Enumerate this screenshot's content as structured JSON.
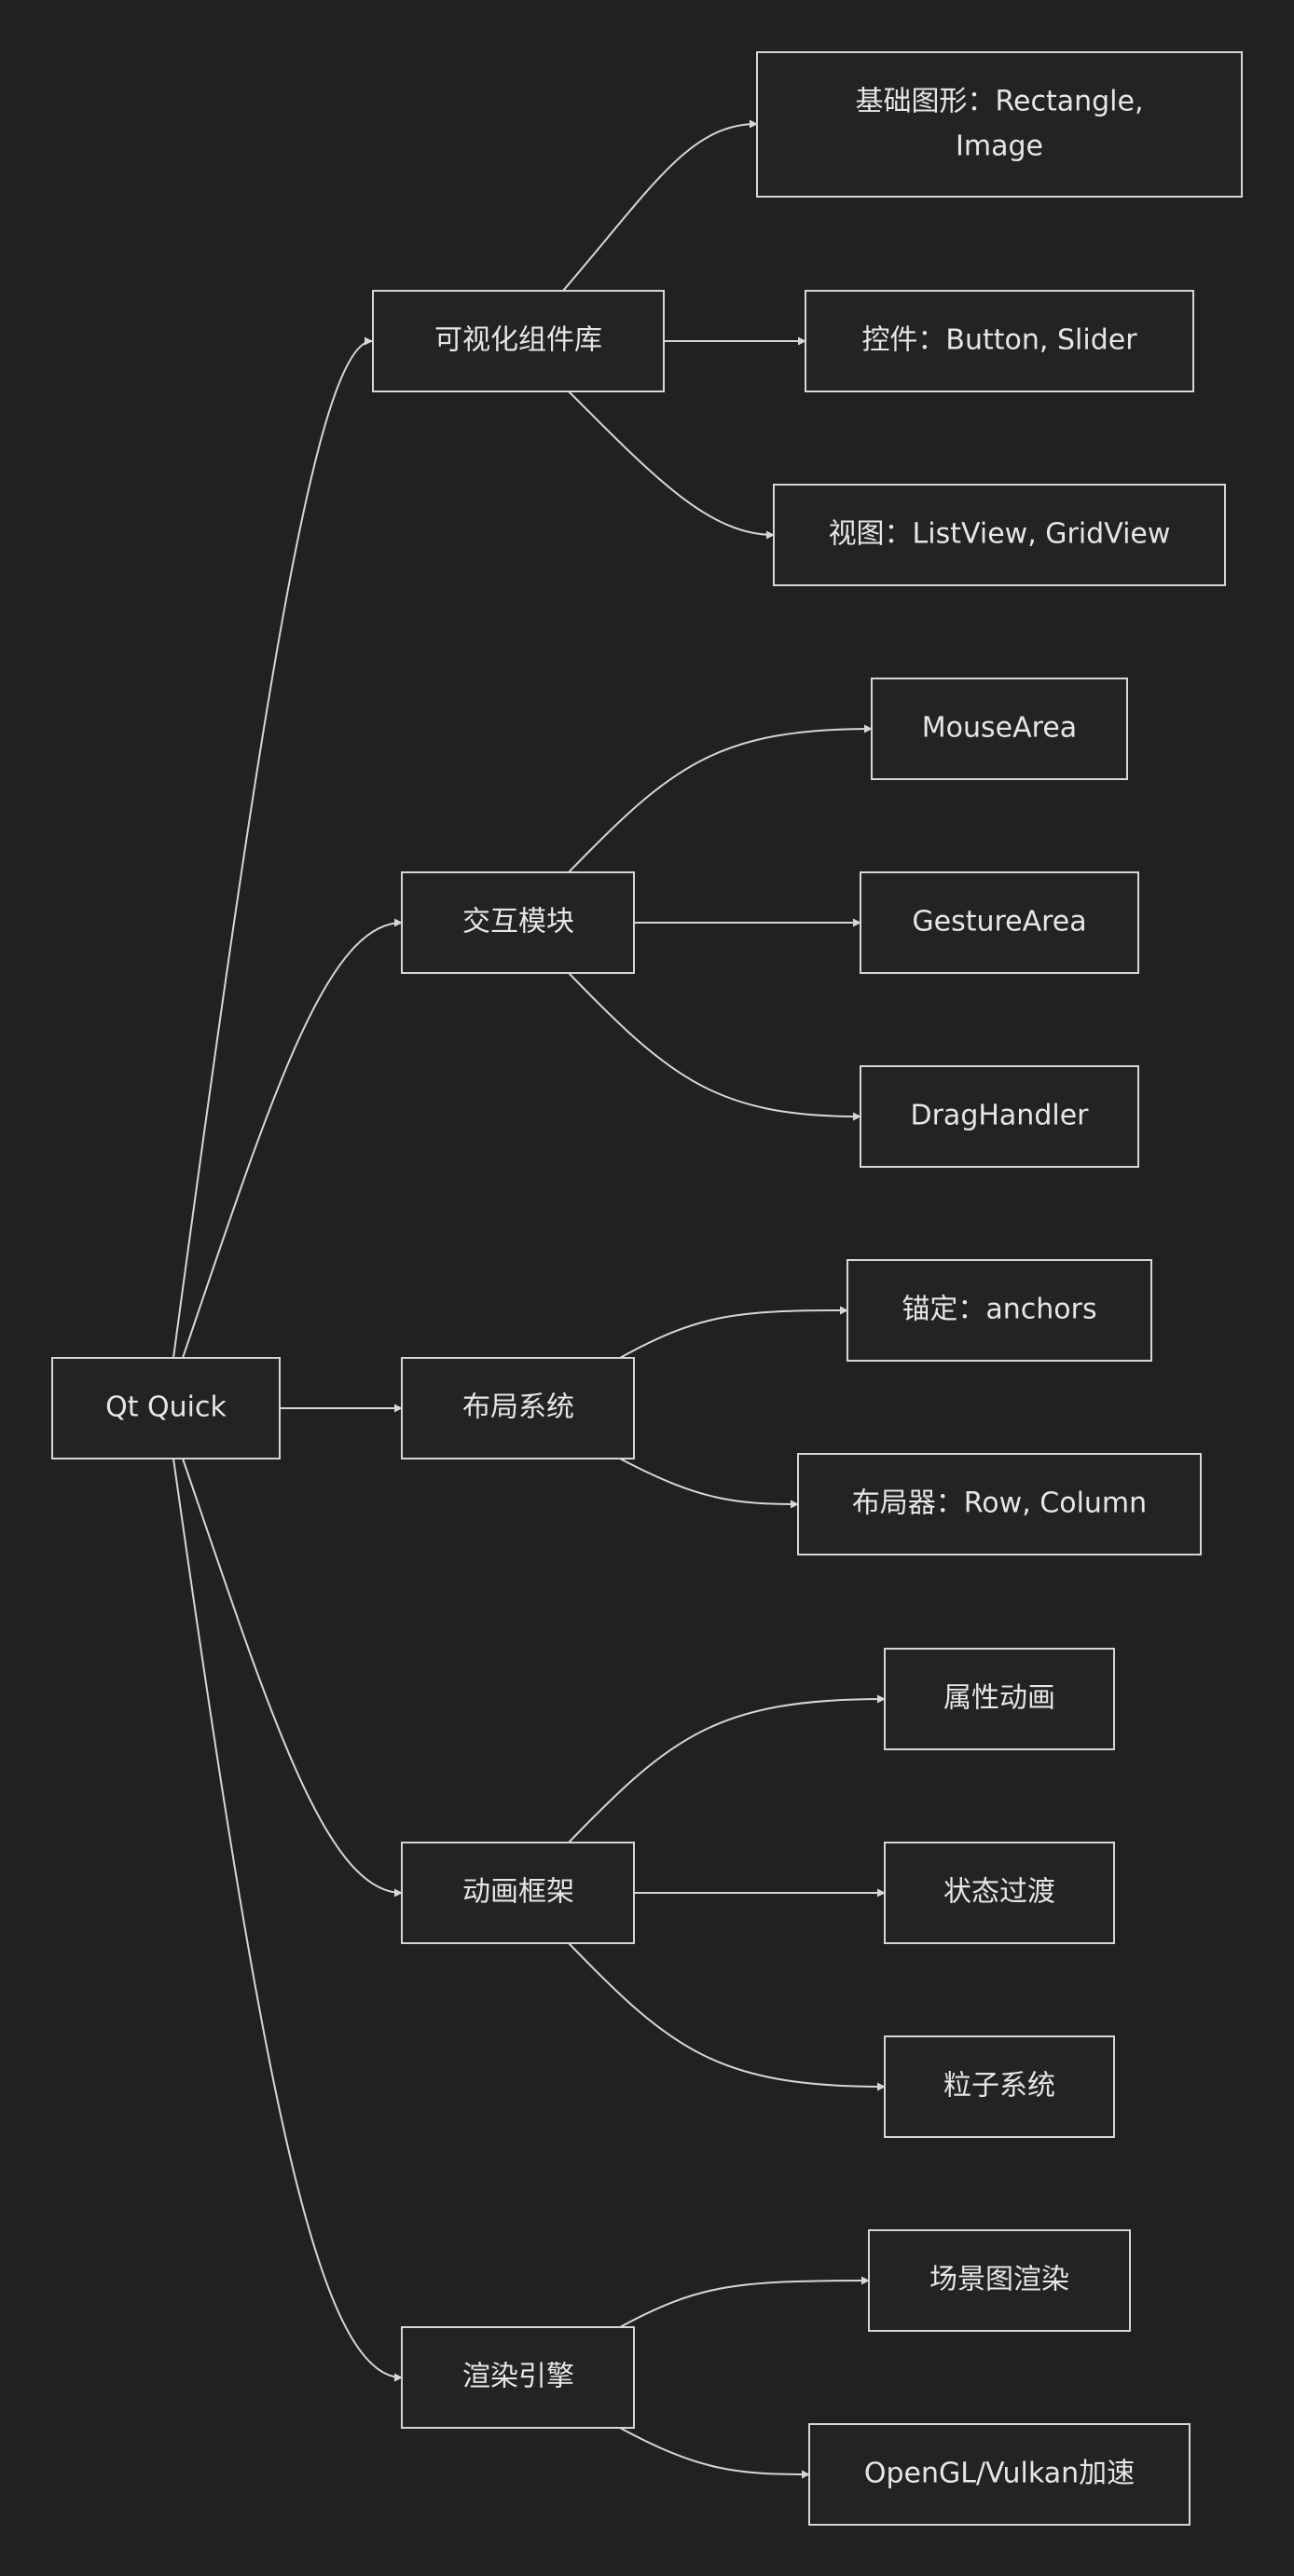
{
  "colors": {
    "background": "#212121",
    "node_fill": "#222323",
    "node_stroke": "#d6d6d6",
    "text": "#e6e6e6",
    "edge": "#d6d6d6"
  },
  "nodes": {
    "root": "Qt Quick",
    "visual": "可视化组件库",
    "basic_shapes_line1": "基础图形：Rectangle,",
    "basic_shapes_line2": "Image",
    "controls": "控件：Button, Slider",
    "views": "视图：ListView, GridView",
    "interaction": "交互模块",
    "mousearea": "MouseArea",
    "gesturearea": "GestureArea",
    "draghandler": "DragHandler",
    "layout": "布局系统",
    "anchors": "锚定：anchors",
    "layouts": "布局器：Row, Column",
    "animation": "动画框架",
    "property_anim": "属性动画",
    "state_transition": "状态过渡",
    "particles": "粒子系统",
    "render": "渲染引擎",
    "scenegraph": "场景图渲染",
    "gpu_accel": "OpenGL/Vulkan加速"
  },
  "edges": [
    [
      "root",
      "visual"
    ],
    [
      "root",
      "interaction"
    ],
    [
      "root",
      "layout"
    ],
    [
      "root",
      "animation"
    ],
    [
      "root",
      "render"
    ],
    [
      "visual",
      "basic_shapes"
    ],
    [
      "visual",
      "controls"
    ],
    [
      "visual",
      "views"
    ],
    [
      "interaction",
      "mousearea"
    ],
    [
      "interaction",
      "gesturearea"
    ],
    [
      "interaction",
      "draghandler"
    ],
    [
      "layout",
      "anchors"
    ],
    [
      "layout",
      "layouts"
    ],
    [
      "animation",
      "property_anim"
    ],
    [
      "animation",
      "state_transition"
    ],
    [
      "animation",
      "particles"
    ],
    [
      "render",
      "scenegraph"
    ],
    [
      "render",
      "gpu_accel"
    ]
  ]
}
